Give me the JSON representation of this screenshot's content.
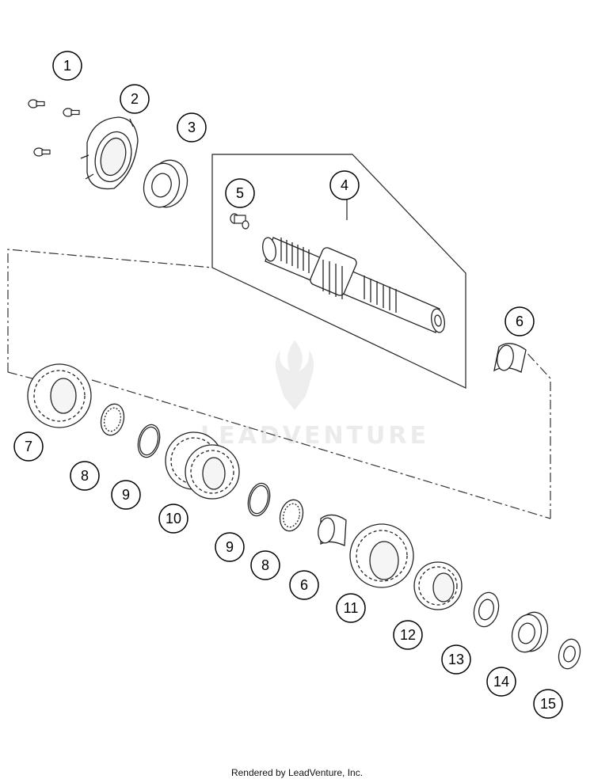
{
  "callouts": [
    "1",
    "2",
    "3",
    "4",
    "5",
    "6",
    "7",
    "8",
    "9",
    "10",
    "9",
    "8",
    "6",
    "11",
    "12",
    "13",
    "14",
    "15"
  ],
  "watermark": "LEADVENTURE",
  "footer": "Rendered by LeadVenture, Inc."
}
